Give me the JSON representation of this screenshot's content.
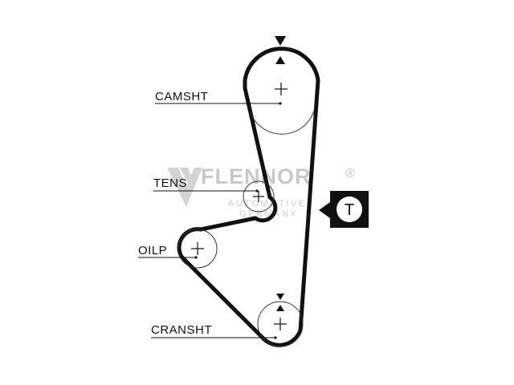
{
  "labels": {
    "camshaft": "CAMSHT",
    "tensioner": "TENS",
    "oil_pump": "OILP",
    "crankshaft": "CRANSHT"
  },
  "tension_badge": {
    "letter": "T"
  },
  "watermark": {
    "brand": "FLENNOR",
    "registered": "®",
    "line1": "AUTOMOTIVE",
    "line2": "GERMANY"
  },
  "colors": {
    "belt": "#111111",
    "watermark": "#c9c9c9",
    "badge_bg": "#111111",
    "badge_fg": "#ffffff"
  }
}
